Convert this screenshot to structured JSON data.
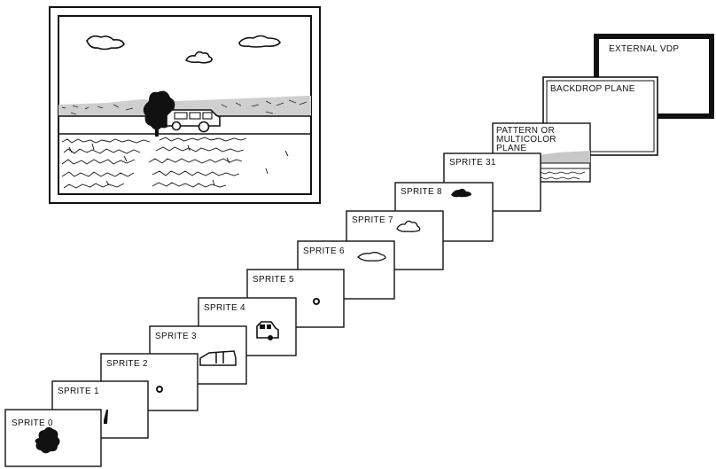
{
  "planes": {
    "external_vdp": "EXTERNAL VDP",
    "backdrop": "BACKDROP PLANE",
    "pattern": [
      "PATTERN OR",
      "MULTICOLOR",
      "PLANE"
    ],
    "sprites": [
      "SPRITE 31",
      "SPRITE 8",
      "SPRITE 7",
      "SPRITE 6",
      "SPRITE 5",
      "SPRITE 4",
      "SPRITE 3",
      "SPRITE 2",
      "SPRITE 1",
      "SPRITE 0"
    ]
  }
}
